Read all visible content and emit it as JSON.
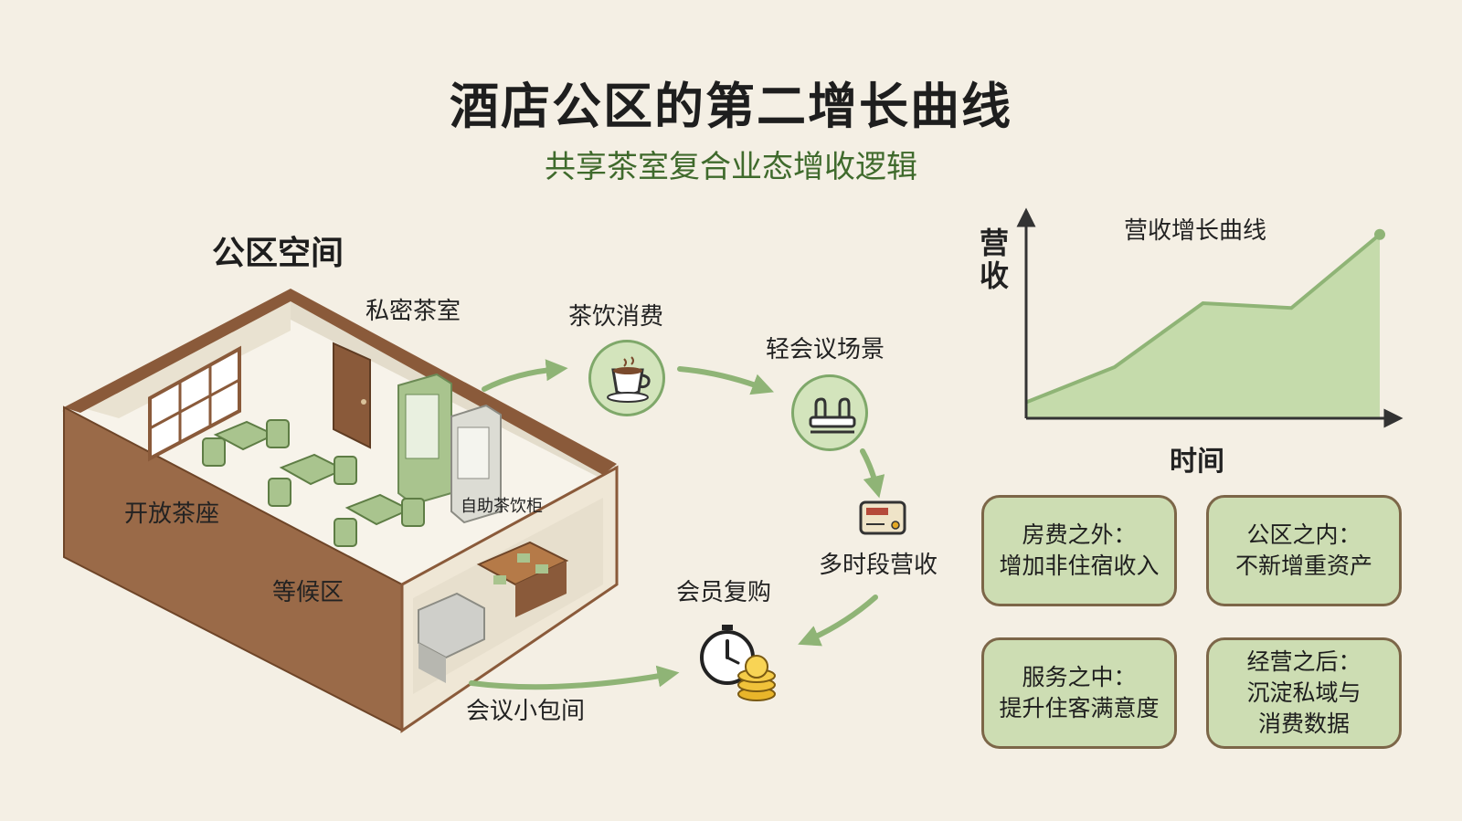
{
  "header": {
    "title": "酒店公区的第二增长曲线",
    "subtitle": "共享茶室复合业态增收逻辑"
  },
  "room": {
    "heading": "公区空间",
    "labels": {
      "private_tea_room": "私密茶室",
      "open_seating": "开放茶座",
      "waiting_area": "等候区",
      "vending_cabinet": "自助茶饮柜",
      "meeting_room": "会议小包间"
    }
  },
  "flow": {
    "steps": [
      {
        "label": "茶饮消费",
        "icon": "coffee-cup-icon"
      },
      {
        "label": "轻会议场景",
        "icon": "conference-table-icon"
      },
      {
        "label": "多时段营收",
        "icon": "card-reader-icon"
      },
      {
        "label": "会员复购",
        "icon": "clock-coins-icon"
      }
    ]
  },
  "chart_data": {
    "type": "area",
    "title": "营收增长曲线",
    "xlabel": "时间",
    "ylabel": "营收",
    "y": [
      10,
      32,
      72,
      69,
      115
    ]
  },
  "benefits": [
    {
      "line1": "房费之外：",
      "line2": "增加非住宿收入"
    },
    {
      "line1": "公区之内：",
      "line2": "不新增重资产"
    },
    {
      "line1": "服务之中：",
      "line2": "提升住客满意度"
    },
    {
      "line1": "经营之后：",
      "line2": "沉淀私域与",
      "line3": "消费数据"
    }
  ],
  "colors": {
    "accent_green": "#8fb476",
    "wood_brown": "#8a5a3a",
    "box_fill": "#cdddb3",
    "background": "#f4efe4"
  }
}
